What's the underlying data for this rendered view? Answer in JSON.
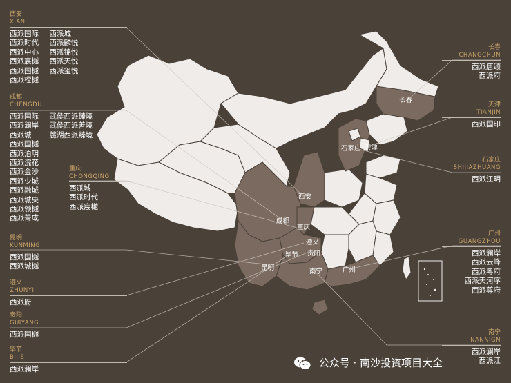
{
  "colors": {
    "background": "#4a4139",
    "province_light": "#efecea",
    "province_dark": "#7a6a5f",
    "border": "#4a4139",
    "label_gold": "#c9a46a"
  },
  "cities_left": [
    {
      "key": "xian",
      "name_cn": "西安",
      "name_en": "XIAN",
      "projects": [
        [
          "西派国际",
          "西派时代",
          "西派中心",
          "西派宸樾",
          "西派国樾",
          "西派樘樾"
        ],
        [
          "西派城",
          "西派麟悦",
          "西派锦悦",
          "西派天悦",
          "西派玺悦"
        ]
      ]
    },
    {
      "key": "chengdu",
      "name_cn": "成都",
      "name_en": "CHENGDU",
      "projects": [
        [
          "西派国际",
          "西派澜岸",
          "西派城",
          "西派国樾",
          "西派泊玥",
          "西派浣花",
          "西派金沙",
          "西派少城",
          "西派融城",
          "西派城央",
          "西派领樾",
          "西派菁成"
        ],
        [
          "武侯西派臻境",
          "武侯西派善境",
          "麓湖西派臻境"
        ]
      ]
    },
    {
      "key": "chongqing",
      "name_cn": "重庆",
      "name_en": "CHONGQING",
      "projects": [
        [
          "西派城",
          "西派时代",
          "西派宸樾"
        ]
      ]
    },
    {
      "key": "kunming",
      "name_cn": "昆明",
      "name_en": "KUNMING",
      "projects": [
        [
          "西派国樾",
          "西派城樾"
        ]
      ]
    },
    {
      "key": "zunyi",
      "name_cn": "遵义",
      "name_en": "ZHUNYI",
      "projects": [
        [
          "西派府"
        ]
      ]
    },
    {
      "key": "guiyang",
      "name_cn": "贵阳",
      "name_en": "GUIYANG",
      "projects": [
        [
          "西派国樾"
        ]
      ]
    },
    {
      "key": "bijie",
      "name_cn": "毕节",
      "name_en": "BIJIE",
      "projects": [
        [
          "西派澜岸"
        ]
      ]
    }
  ],
  "cities_right": [
    {
      "key": "changchun",
      "name_cn": "长春",
      "name_en": "CHANGCHUN",
      "projects": [
        [
          "西派唐颂",
          "西派府"
        ]
      ]
    },
    {
      "key": "tianjin",
      "name_cn": "天津",
      "name_en": "TIANJIN",
      "projects": [
        [
          "西派国印"
        ]
      ]
    },
    {
      "key": "shijiazhuang",
      "name_cn": "石家庄",
      "name_en": "SHIJIAZHUANG",
      "projects": [
        [
          "西派江玥"
        ]
      ]
    },
    {
      "key": "guangzhou",
      "name_cn": "广州",
      "name_en": "GUANGZHOU",
      "projects": [
        [
          "西派澜岸",
          "西派云峰",
          "西派粤府",
          "西派天河序",
          "西派尊府"
        ]
      ]
    },
    {
      "key": "nanning",
      "name_cn": "南宁",
      "name_en": "NANNIGN",
      "projects": [
        [
          "西派澜岸",
          "西派江"
        ]
      ]
    }
  ],
  "map_labels": {
    "changchun": "长春",
    "shijiazhuang": "石家庄",
    "tianjin": "天津",
    "xian": "西安",
    "chengdu": "成都",
    "chongqing": "重庆",
    "zunyi": "遵义",
    "guiyang": "贵阳",
    "bijie": "毕节",
    "kunming": "昆明",
    "nanning": "南宁",
    "guangzhou": "广州"
  },
  "watermark": {
    "text": "公众号 · 南沙投资项目大全",
    "icon": "wechat-icon"
  }
}
